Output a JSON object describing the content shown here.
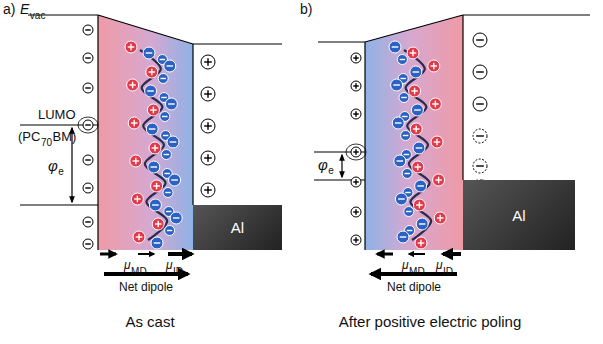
{
  "diagram": {
    "nodes": [
      {
        "text": [
          "Al"
        ]
      },
      {
        "text": [
          "Al"
        ]
      }
    ],
    "labels": [
      "a)",
      "E",
      "vac",
      "LUMO",
      "(PC",
      "70",
      "BM)",
      "φ",
      "e",
      "μ",
      "MD",
      "μ",
      "ID",
      "Net dipole",
      "As cast",
      "b)",
      "φ",
      "e",
      "μ",
      "MD",
      "μ",
      "ID",
      "Net dipole",
      "After positive electric poling"
    ]
  }
}
